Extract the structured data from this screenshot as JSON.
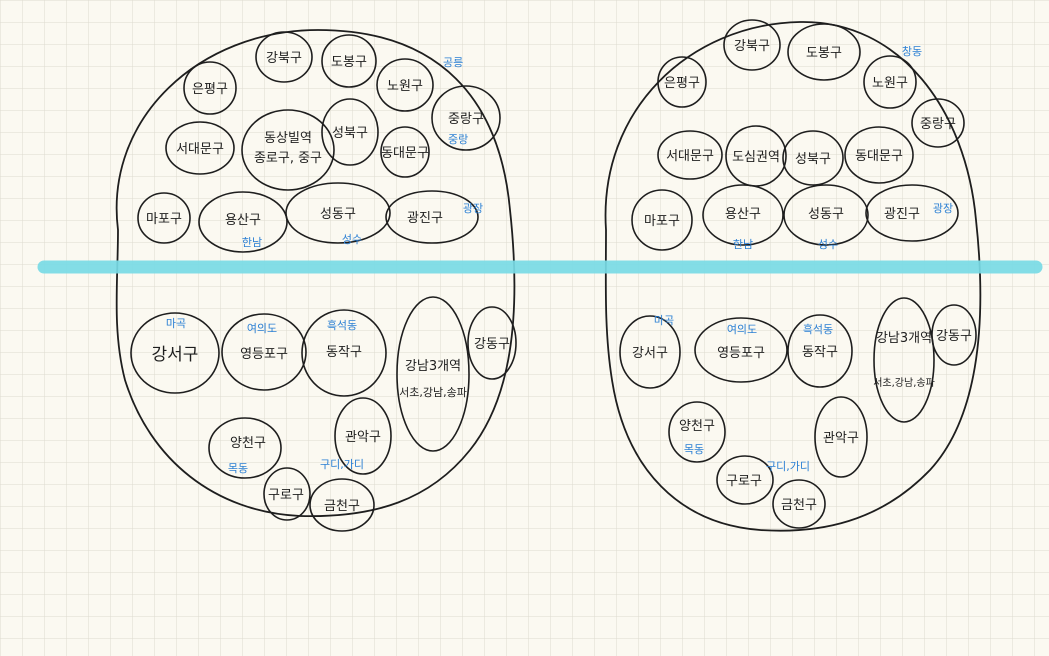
{
  "colors": {
    "paper": "#fbf9f1",
    "grid": "#dedbcf",
    "ink": "#1e1e1e",
    "note_ink": "#2a7fd4",
    "divider": "#79dbe6"
  },
  "left": {
    "districts": {
      "eunpyeong": "은평구",
      "gangbuk": "강북구",
      "dobong": "도봉구",
      "nowon": "노원구",
      "jungnang": "중랑구",
      "seodaemun": "서대문구",
      "jongno_jung_1": "동상빌역",
      "jongno_jung_2": "종로구, 중구",
      "seongbuk": "성북구",
      "dongdaemun": "동대문구",
      "mapo": "마포구",
      "yongsan": "용산구",
      "seongdong": "성동구",
      "gwangjin": "광진구",
      "gangseo": "강서구",
      "yeongdeungpo": "영등포구",
      "dongjak": "동작구",
      "gangnam_1": "강남3개역",
      "gangnam_2": "서초,강남,송파",
      "gangdong": "강동구",
      "gwanak": "관악구",
      "yangcheon": "양천구",
      "guro": "구로구",
      "geumcheon": "금천구"
    },
    "notes": {
      "nowon": "공릉",
      "jungnang": "중랑",
      "yongsan": "한남",
      "seongdong": "성수",
      "gwangjin": "광장",
      "gangseo": "마곡",
      "yeongdeungpo": "여의도",
      "dongjak": "흑석동",
      "yangcheon": "목동",
      "guro": "구디,가디"
    }
  },
  "right": {
    "districts": {
      "eunpyeong": "은평구",
      "gangbuk": "강북구",
      "dobong": "도봉구",
      "nowon": "노원구",
      "jungnang": "중랑구",
      "seodaemun": "서대문구",
      "jongno_jung": "도심권역",
      "seongbuk": "성북구",
      "dongdaemun": "동대문구",
      "mapo": "마포구",
      "yongsan": "용산구",
      "seongdong": "성동구",
      "gwangjin": "광진구",
      "gangseo": "강서구",
      "yeongdeungpo": "영등포구",
      "dongjak": "동작구",
      "gangnam_1": "강남3개역",
      "gangnam_2": "서초,강남,송파",
      "gangdong": "강동구",
      "yangcheon": "양천구",
      "gwanak": "관악구",
      "guro": "구로구",
      "geumcheon": "금천구"
    },
    "notes": {
      "dobong": "창동",
      "yongsan": "한남",
      "seongdong": "성수",
      "gwangjin": "광장",
      "gangseo": "마곡",
      "yeongdeungpo": "여의도",
      "dongjak": "흑석동",
      "yangcheon": "목동",
      "guro": "구디,가디"
    }
  }
}
